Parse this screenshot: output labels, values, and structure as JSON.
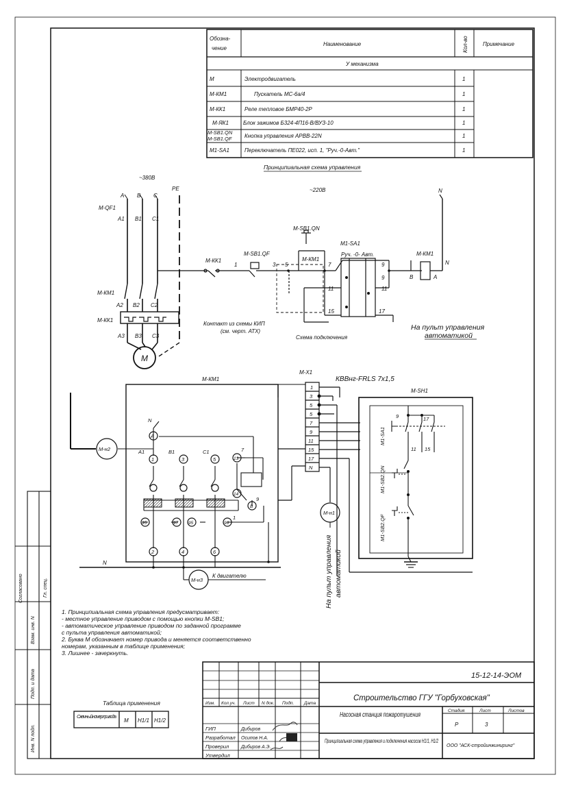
{
  "spec_table": {
    "headers": {
      "designation": "Обозна-",
      "designation2": "чение",
      "name": "Наименование",
      "qty": "Кол-во",
      "note": "Примечание"
    },
    "group": "У механизма",
    "rows": [
      {
        "code": "М",
        "name": "Электродвигатель",
        "qty": "1"
      },
      {
        "code": "М-КМ1",
        "name": "Пускатель МС-6а/4",
        "qty": "1"
      },
      {
        "code": "М-КК1",
        "name": "Реле тепловое БМР40-2Р",
        "qty": "1"
      },
      {
        "code": "М-ЯК1",
        "name": "Блок зажимов Б324-4П16-В/ВУЗ-10",
        "qty": "1"
      },
      {
        "code": "М-SB1.QN",
        "code2": "М-SB1.QF",
        "name": "Кнопка управления АРВВ-22N",
        "qty": "1"
      },
      {
        "code": "М1-SA1",
        "name": "Переключатель ПЕ022, исп. 1, \"Руч.-0-Авт.\"",
        "qty": "1"
      }
    ]
  },
  "schematic": {
    "title": "Принципиальная схема управления",
    "v380": "~380В",
    "v220": "~220В",
    "phases": [
      "A",
      "B",
      "C",
      "PE"
    ],
    "qf": "М-QF1",
    "qf_terms": [
      "А1",
      "В1",
      "С1"
    ],
    "km": "М-КМ1",
    "km_terms": [
      "А2",
      "В2",
      "С2"
    ],
    "kk": "М-КК1",
    "kk_terms": [
      "А3",
      "В3",
      "С3"
    ],
    "motor": "M",
    "kk1": "М-КК1",
    "sb1qf": "М-SB1.QF",
    "sb1qn": "М-SB1.QN",
    "km1": "М-КМ1",
    "sa1": "М1-SA1",
    "sa_modes": "Руч. -0- Авт.",
    "km_coil": "М-КМ1",
    "n": "N",
    "nodes": [
      "1",
      "3",
      "5",
      "7",
      "9",
      "11",
      "15",
      "17",
      "9",
      "11"
    ],
    "coil_b": "В",
    "coil_a": "А",
    "kip_label": "Контакт из схемы КИП",
    "kip_label2": "(см. черт. АТХ)",
    "conn_label": "Схема подключения",
    "panel_label": "На пульт управления",
    "panel_label2": "автоматикой"
  },
  "wiring": {
    "km_box": "М-КМ1",
    "x1": "М-Х1",
    "cable": "КВВнг-FRLS 7х1,5",
    "sh1": "М-SH1",
    "terminals": [
      "1",
      "3",
      "5",
      "5",
      "7",
      "9",
      "11",
      "15",
      "17",
      "N"
    ],
    "h2": "М-н2",
    "h1": "М-н1",
    "h3": "М-н3",
    "a": "A",
    "n": "N",
    "terms_top": [
      "А1",
      "В1",
      "С1"
    ],
    "circ_top": [
      "1",
      "3",
      "5"
    ],
    "circ_bot": [
      "2",
      "4",
      "6"
    ],
    "c13": "13",
    "c14": "14",
    "c_b": "В",
    "c95": "95",
    "c97": "97",
    "c96": "96",
    "w7": "7",
    "w9": "9",
    "w1": "1",
    "to_motor": "К двигателю",
    "n_bus": "N",
    "sa_label": "М1-SA1",
    "sb2qn": "М1-SB2.QN",
    "sb2qf": "М1-SB2.QF",
    "sh_nums": [
      "9",
      "11",
      "17",
      "15"
    ],
    "panel_vert": "На пульт управления",
    "panel_vert2": "автоматикой"
  },
  "notes": [
    "1.   Принципиальная схема управления предусматривает:",
    "      - местное управление приводом с помощью кнопки М-SB1;",
    "      - автоматическое управление приводом по заданной программе",
    "        с пульта управления автоматикой;",
    "2.   Буква М обозначает номер привода и меняется соответственно",
    "      номерам, указанным в таблице применения;",
    "3.   Лишнее - зачеркнуть."
  ],
  "application_table": {
    "title": "Таблица применения",
    "label": "Схемный номер привода",
    "cols": [
      "М",
      "Н1/1",
      "Н1/2"
    ]
  },
  "title_block": {
    "doc_code": "15-12-14-ЭОМ",
    "stamp": "Строительство ГГУ \"Горбуховская\"",
    "object": "Насосная станция пожаротушения",
    "stage_h": "Стадия",
    "sheet_h": "Лист",
    "sheets_h": "Листов",
    "stage": "Р",
    "sheet": "3",
    "sheets": "",
    "drawing": "Принципиальная схема управления и подключения насосов Н1/1, Н1/2",
    "org": "ООО \"АСК-стройинжиниринг\"",
    "col_heads": [
      "Изм.",
      "Кол.уч.",
      "Лист",
      "N док.",
      "Подп.",
      "Дата"
    ],
    "roles": [
      "ГИП",
      "Разработал",
      "Проверил",
      "Утвердил"
    ],
    "names": [
      "Дибиров",
      "Осипов Н.А.",
      "Дибиров А.Э.",
      ""
    ]
  },
  "side_stamp": [
    "Согласовано",
    "Инв. N подл.",
    "Подп. и дата",
    "Взам. инв. N"
  ],
  "side_stamp_extra": "Гл. спец."
}
